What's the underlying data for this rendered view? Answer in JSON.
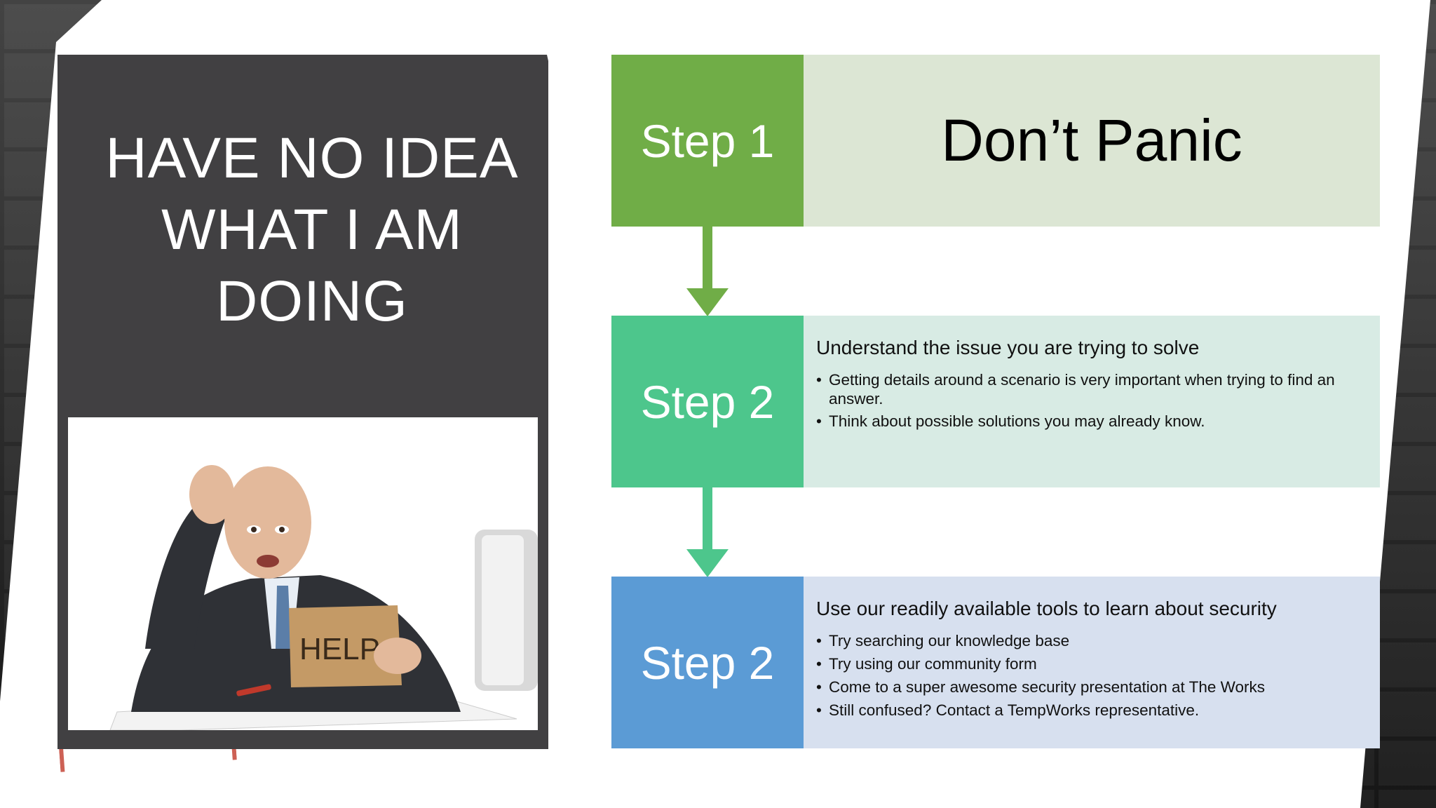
{
  "left": {
    "title": "HAVE NO IDEA WHAT I AM DOING",
    "image_alt": "Stressed businessman holding a HELP sign",
    "sign_text": "HELP"
  },
  "steps": [
    {
      "label": "Step 1",
      "heading": "Don’t Panic",
      "bullets": []
    },
    {
      "label": "Step 2",
      "heading": "Understand the issue you are trying to solve",
      "bullets": [
        "Getting details around a scenario is very important when trying to find an answer.",
        "Think about possible solutions you may already know."
      ]
    },
    {
      "label": "Step 2",
      "heading": "Use our readily available tools to learn about security",
      "bullets": [
        "Try searching our knowledge base",
        "Try using our community form",
        "Come to a super awesome security presentation at The Works",
        "Still confused? Contact a TempWorks representative."
      ]
    }
  ],
  "colors": {
    "step1": "#70ad47",
    "step2": "#4dc68c",
    "step3": "#5b9bd5",
    "panel": "#414042"
  }
}
